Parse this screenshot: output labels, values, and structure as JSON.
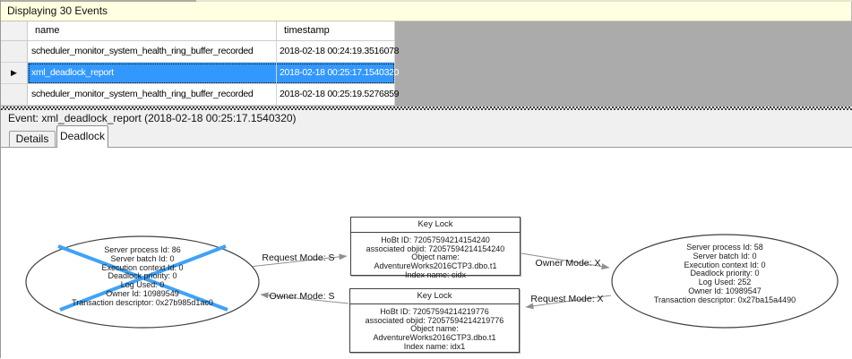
{
  "info_bar": {
    "text": "Displaying 30 Events"
  },
  "events_grid": {
    "columns": [
      {
        "label": "name"
      },
      {
        "label": "timestamp"
      }
    ],
    "selected_row_marker": "▶",
    "rows": [
      {
        "name": "scheduler_monitor_system_health_ring_buffer_recorded",
        "timestamp": "2018-02-18 00:24:19.3516078",
        "selected": false
      },
      {
        "name": "xml_deadlock_report",
        "timestamp": "2018-02-18 00:25:17.1540320",
        "selected": true
      },
      {
        "name": "scheduler_monitor_system_health_ring_buffer_recorded",
        "timestamp": "2018-02-18 00:25:19.5276859",
        "selected": false
      }
    ]
  },
  "event_detail": {
    "label": "Event: xml_deadlock_report (2018-02-18 00:25:17.1540320)"
  },
  "tabs": [
    {
      "label": "Details",
      "active": false
    },
    {
      "label": "Deadlock",
      "active": true
    }
  ],
  "deadlock_graph": {
    "processes": [
      {
        "role": "victim",
        "lines": [
          "Server process Id: 86",
          "Server batch Id: 0",
          "Execution context Id: 0",
          "Deadlock priority: 0",
          "Log Used: 0",
          "Owner Id: 10989549",
          "Transaction descriptor: 0x27b985d1ac0"
        ]
      },
      {
        "role": "survivor",
        "lines": [
          "Server process Id: 58",
          "Server batch Id: 0",
          "Execution context Id: 0",
          "Deadlock priority: 0",
          "Log Used: 252",
          "Owner Id: 10989547",
          "Transaction descriptor: 0x27ba15a4490"
        ]
      }
    ],
    "resources": [
      {
        "title": "Key Lock",
        "lines": [
          "HoBt ID: 72057594214154240",
          "associated objid: 72057594214154240",
          "Object name: AdventureWorks2016CTP3.dbo.t1",
          "Index name: cidx"
        ]
      },
      {
        "title": "Key Lock",
        "lines": [
          "HoBt ID: 72057594214219776",
          "associated objid: 72057594214219776",
          "Object name: AdventureWorks2016CTP3.dbo.t1",
          "Index name: idx1"
        ]
      }
    ],
    "edges": [
      {
        "label": "Request Mode: S"
      },
      {
        "label": "Owner Mode: S"
      },
      {
        "label": "Owner Mode: X"
      },
      {
        "label": "Request Mode: X"
      }
    ]
  },
  "colors": {
    "selection_blue": "#3398FE",
    "victim_cross_blue": "#3FA2F7",
    "info_bar_yellow": "#FFFFE1",
    "grid_empty_gray": "#ABABAB"
  }
}
